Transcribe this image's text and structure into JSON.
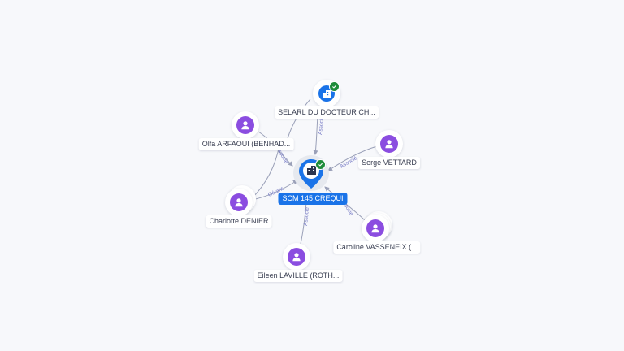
{
  "center": {
    "label": "SCM 145 CREQUI",
    "icon": "building-icon",
    "verified": true
  },
  "nodes": [
    {
      "id": "selarl",
      "label": "SELARL DU DOCTEUR CH...",
      "kind": "company",
      "icon": "building-icon",
      "verified": true
    },
    {
      "id": "olfa",
      "label": "Olfa ARFAOUI (BENHAD...",
      "kind": "person",
      "icon": "person-icon"
    },
    {
      "id": "serge",
      "label": "Serge VETTARD",
      "kind": "person",
      "icon": "person-icon"
    },
    {
      "id": "charlotte",
      "label": "Charlotte DENIER",
      "kind": "person",
      "icon": "person-icon"
    },
    {
      "id": "caroline",
      "label": "Caroline VASSENEIX (...",
      "kind": "person",
      "icon": "person-icon"
    },
    {
      "id": "eileen",
      "label": "Eileen LAVILLE (ROTH...",
      "kind": "person",
      "icon": "person-icon"
    }
  ],
  "edges": [
    {
      "from": "selarl",
      "label": "Associé"
    },
    {
      "from": "olfa",
      "label": "Associé"
    },
    {
      "from": "serge",
      "label": "Associé"
    },
    {
      "from": "charlotte",
      "label": "Gérant"
    },
    {
      "from": "caroline",
      "label": "Associé"
    },
    {
      "from": "eileen",
      "label": "Associé"
    }
  ],
  "colors": {
    "person": "#8b4de0",
    "company": "#1a73e8",
    "verified": "#1e8c3a",
    "edge": "#9aa0b8",
    "edge_label": "#7478c4"
  }
}
